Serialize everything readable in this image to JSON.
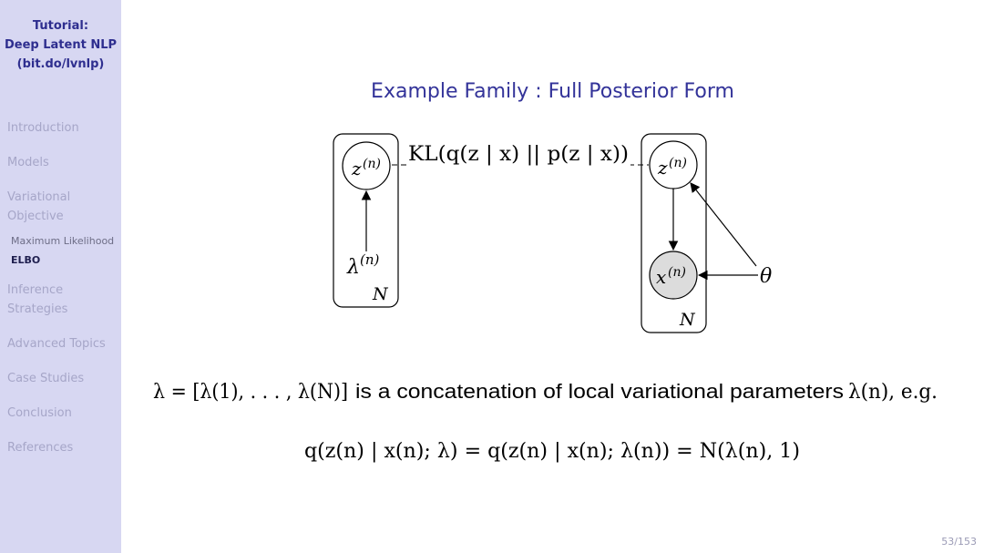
{
  "sidebar": {
    "title_lines": [
      "Tutorial:",
      "Deep Latent NLP",
      "(bit.do/lvnlp)"
    ],
    "items": {
      "introduction": "Introduction",
      "models": "Models",
      "variational_1": "Variational",
      "variational_2": "Objective",
      "max_likelihood": "Maximum Likelihood",
      "elbo": "ELBO",
      "inference_1": "Inference",
      "inference_2": "Strategies",
      "advanced": "Advanced Topics",
      "case_studies": "Case Studies",
      "conclusion": "Conclusion",
      "references": "References"
    }
  },
  "slide": {
    "title": "Example Family : Full Posterior Form",
    "diagram": {
      "left_node_z": "z",
      "left_node_z_sup": "(n)",
      "lambda": "λ",
      "lambda_sup": "(n)",
      "left_plate_label": "N",
      "kl_label": "KL(q(z | x) || p(z | x))",
      "right_node_z": "z",
      "right_node_z_sup": "(n)",
      "right_node_x": "x",
      "right_node_x_sup": "(n)",
      "theta": "θ",
      "right_plate_label": "N"
    },
    "text_line_math": "λ = [λ(1), . . . , λ(N)]",
    "text_line_body": "is a concatenation of local variational parameters",
    "text_line_tail": "λ(n), e.g.",
    "equation": "q(z(n) | x(n); λ) = q(z(n) | x(n); λ(n)) = N(λ(n), 1)"
  },
  "page_number": "53/153"
}
